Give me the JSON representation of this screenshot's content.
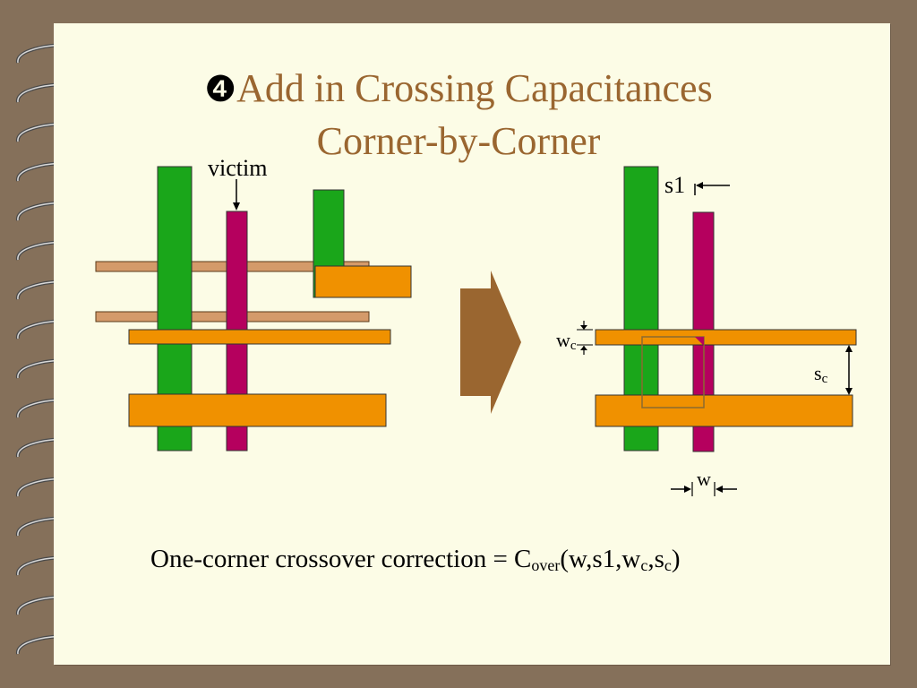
{
  "slide": {
    "title_number": "❹",
    "title_line1": "Add in Crossing Capacitances",
    "title_line2": "Corner-by-Corner",
    "victim_label": "victim",
    "s1_label": "s1",
    "wc_label_main": "w",
    "wc_label_sub": "c",
    "sc_label_main": "s",
    "sc_label_sub": "c",
    "w_label": "w",
    "caption_prefix": "One-corner crossover correction = C",
    "caption_sub": "over",
    "caption_args_open": "(w,",
    "caption_s1": "s1",
    "caption_comma": ",w",
    "caption_wc_sub": "c",
    "caption_comma2": ",s",
    "caption_sc_sub": "c",
    "caption_close": ")"
  },
  "colors": {
    "background": "#85705a",
    "page": "#fcfce6",
    "title": "#9a6630",
    "green_wire": "#1aa61a",
    "magenta_wire": "#b5005e",
    "orange_wire": "#f09100",
    "tan_wire": "#d49a6a",
    "arrow": "#9a6630"
  }
}
